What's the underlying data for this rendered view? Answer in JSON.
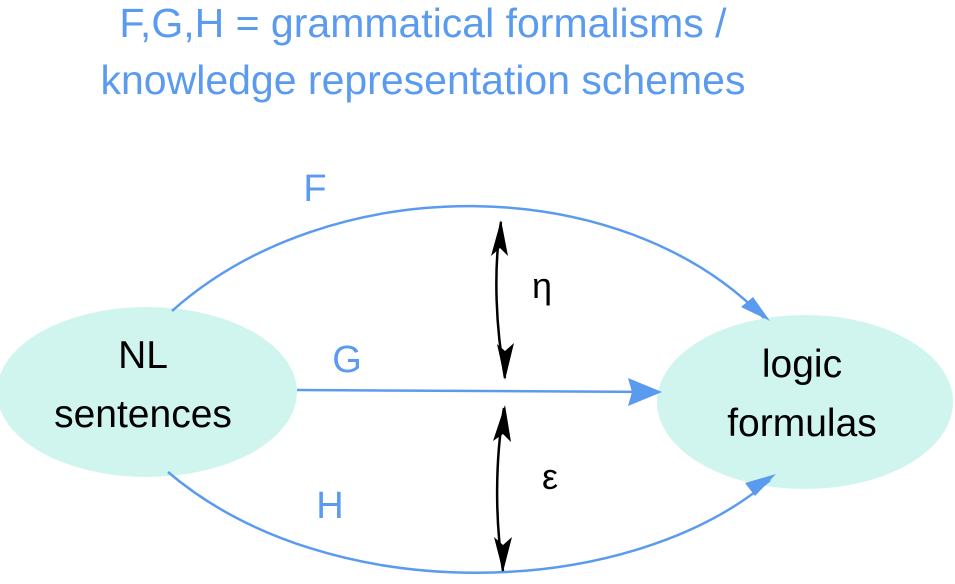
{
  "title": {
    "line1": "F,G,H = grammatical formalisms /",
    "line2": "knowledge representation schemes"
  },
  "nodes": {
    "source": {
      "line1": "NL",
      "line2": "sentences"
    },
    "target": {
      "line1": "logic",
      "line2": "formulas"
    }
  },
  "arrows": {
    "f": "F",
    "g": "G",
    "h": "H"
  },
  "relations": {
    "upper": "η",
    "lower": "ε"
  },
  "colors": {
    "accent": "#5b9bef",
    "node_fill": "#d0f5ef",
    "text": "#000000",
    "relation_arrow": "#000000"
  }
}
